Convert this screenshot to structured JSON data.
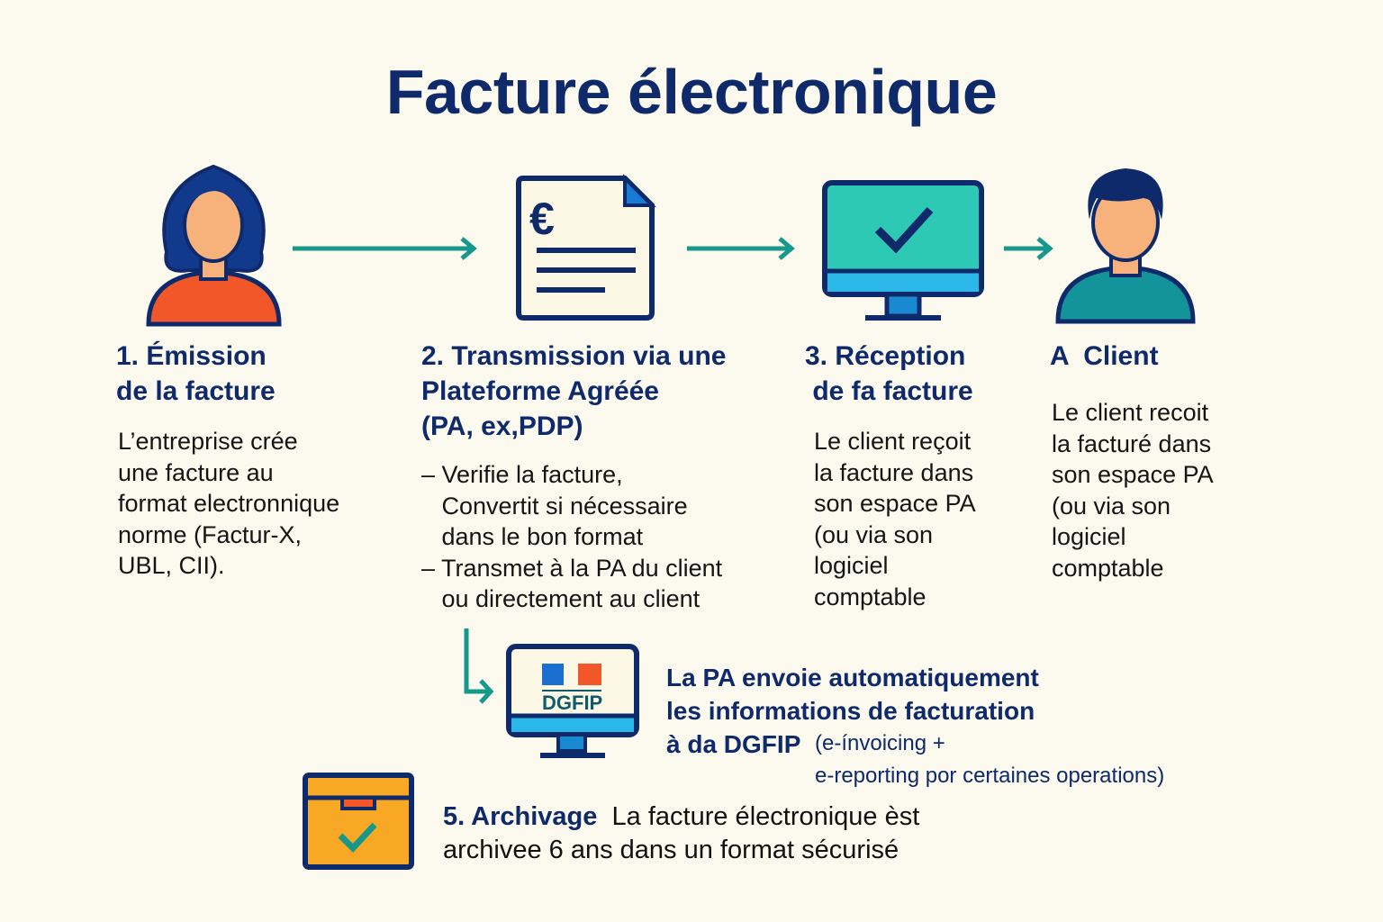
{
  "title": "Facture électronique",
  "colors": {
    "navy": "#0f2a6b",
    "teal": "#16998a",
    "background": "#fcfaee",
    "orange": "#f2572a",
    "screen": "#2ec9b5",
    "box": "#f9a825"
  },
  "steps": [
    {
      "heading": "1. Émission\nde la facture",
      "body": "L’entreprise crée\nune facture au\nformat electronnique\nnorme (Factur-X,\nUBL, CII).",
      "icon": "woman-avatar-icon"
    },
    {
      "heading": "2. Transmission via une\nPlateforme Agréée\n(PA, ex,PDP)",
      "body": "– Verifie la facture,\n   Convertit si nécessaire\n   dans le bon format\n– Transmet à la PA du client\n   ou directement au client",
      "icon": "euro-invoice-document-icon"
    },
    {
      "heading": "3. Réception\n de fa facture",
      "body": "Le client reçoit\nla facture dans\nson espace PA\n(ou via son\nlogiciel\ncomptable",
      "icon": "monitor-checkmark-icon"
    },
    {
      "heading": "A  Client",
      "body": "Le client recoit\nla facturé dans\nson espace PA\n(ou via son\nlogiciel\ncomptable",
      "icon": "man-avatar-icon"
    }
  ],
  "dgfip": {
    "logo_text": "DGFIP",
    "heading": "La PA envoie automatiquement\nles informations de facturation\nà da DGFIP",
    "note_line1": "(e-ínvoicing +",
    "note_line2": "e-reporting por certaines operations)"
  },
  "archive": {
    "heading": "5. Archivage",
    "body_line1": "La facture électronique èst",
    "body_line2": "archivee 6 ans dans un format sécurisé"
  }
}
